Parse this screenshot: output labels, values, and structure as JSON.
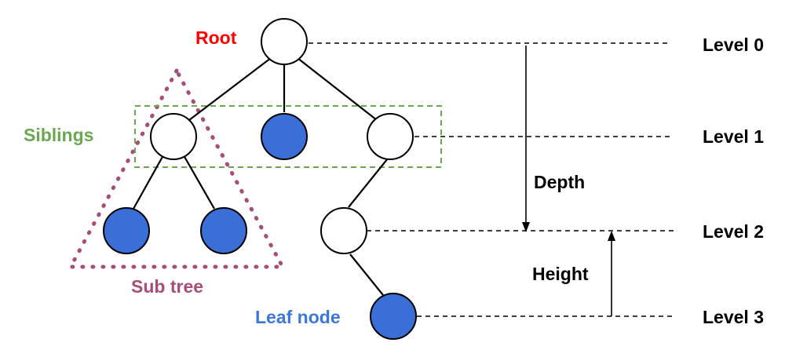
{
  "labels": {
    "root": "Root",
    "siblings": "Siblings",
    "subtree": "Sub tree",
    "leaf": "Leaf node",
    "depth": "Depth",
    "height": "Height"
  },
  "levels": [
    "Level 0",
    "Level 1",
    "Level 2",
    "Level 3"
  ],
  "colors": {
    "node_fill_filled": "#3a6fd8",
    "node_fill_empty": "#ffffff",
    "node_stroke": "#000000",
    "edge": "#000000",
    "root_label": "#ff0000",
    "siblings": "#6aa84f",
    "subtree": "#a64d79",
    "leaf_label": "#3c78d8",
    "text": "#000000"
  },
  "nodes": [
    {
      "id": "root",
      "filled": false
    },
    {
      "id": "l1-left",
      "filled": false
    },
    {
      "id": "l1-mid",
      "filled": true
    },
    {
      "id": "l1-right",
      "filled": false
    },
    {
      "id": "l2-a",
      "filled": true
    },
    {
      "id": "l2-b",
      "filled": true
    },
    {
      "id": "l2-c",
      "filled": false
    },
    {
      "id": "l3-leaf",
      "filled": true
    }
  ]
}
